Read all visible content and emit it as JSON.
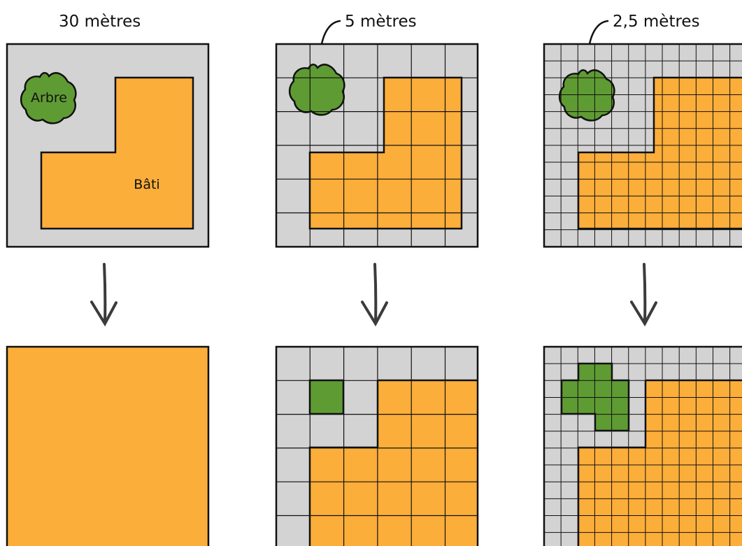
{
  "labels": {
    "res_30": "30 mètres",
    "res_5": "5 mètres",
    "res_2_5": "2,5 mètres",
    "tree": "Arbre",
    "building": "Bâti"
  },
  "colors": {
    "background": "#d3d3d3",
    "building": "#fcae3a",
    "tree": "#5f9b33",
    "outline": "#111111",
    "arrow": "#3b3b3b"
  }
}
